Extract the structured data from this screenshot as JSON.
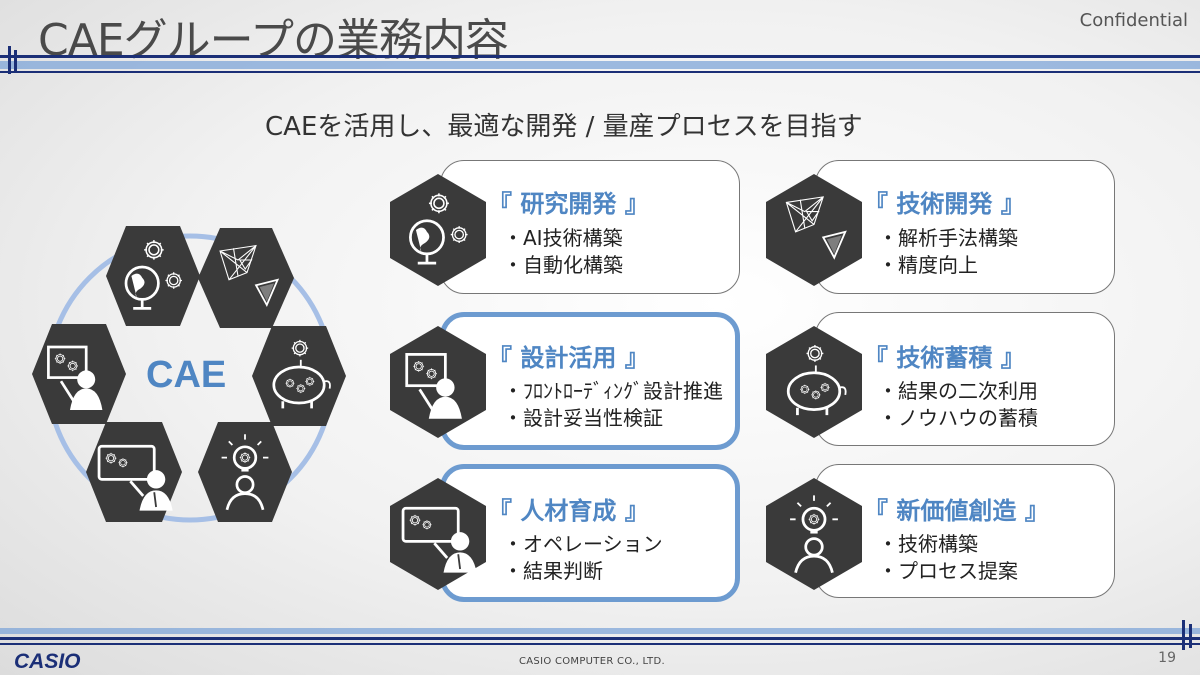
{
  "header": {
    "title": "CAEグループの業務内容",
    "confidential": "Confidential"
  },
  "subtitle": "CAEを活用し、最適な開発 / 量産プロセスを目指す",
  "wheel": {
    "center_label": "CAE"
  },
  "cards": [
    {
      "title": "『 研究開発 』",
      "items": [
        "・AI技術構築",
        "・自動化構築"
      ],
      "icon": "globe-gears-icon"
    },
    {
      "title": "『 技術開発 』",
      "items": [
        "・解析手法構築",
        "・精度向上"
      ],
      "icon": "mesh-triangle-icon"
    },
    {
      "title": "『 設計活用 』",
      "items": [
        "・ﾌﾛﾝﾄﾛｰﾃﾞｨﾝｸﾞ設計推進",
        "・設計妥当性検証"
      ],
      "icon": "monitor-person-icon"
    },
    {
      "title": "『 技術蓄積 』",
      "items": [
        "・結果の二次利用",
        "・ノウハウの蓄積"
      ],
      "icon": "piggy-bank-icon"
    },
    {
      "title": "『 人材育成 』",
      "items": [
        "・オペレーション",
        "・結果判断"
      ],
      "icon": "teacher-board-icon"
    },
    {
      "title": "『 新価値創造 』",
      "items": [
        "・技術構築",
        "・プロセス提案"
      ],
      "icon": "lightbulb-person-icon"
    }
  ],
  "footer": {
    "logo": "CASIO",
    "company": "CASIO COMPUTER CO., LTD.",
    "page": "19"
  },
  "colors": {
    "navy": "#1b2f77",
    "accent_blue": "#6d9bd0",
    "title_blue": "#4f86c3",
    "hex_dark": "#3a3a3a"
  }
}
